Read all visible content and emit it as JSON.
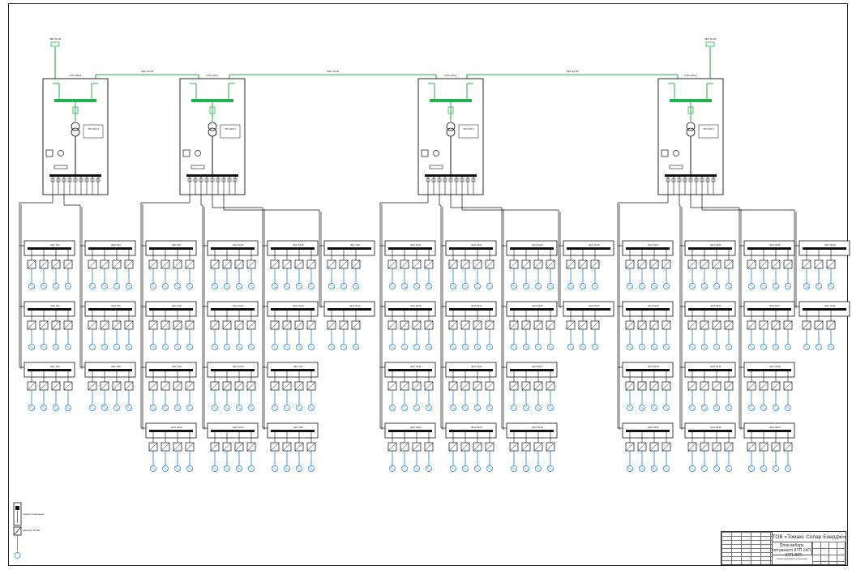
{
  "colors": {
    "line": "#111111",
    "green": "#22b14c",
    "blue": "#1f7fd6"
  },
  "icons": {
    "meter": "meter-icon",
    "transformer": "transformer-icon",
    "inverter": "inverter-icon",
    "solar": "solar-panel-icon"
  },
  "header": {
    "tap_left_label": "ЛЕП 10 кВ",
    "tap_right_label": "ЛЕП 10 кВ",
    "link_labels": [
      "ЛЕП 10 кВ",
      "ЛЕП 10 кВ",
      "ЛЕП 10 кВ"
    ]
  },
  "substations": [
    {
      "name": "КТП 10/0,4",
      "transformer_label": "ТМ 10/0,4",
      "inverters": [
        "ЩСІ №1",
        "ЩСІ №2",
        "ЩСІ №3",
        "ЩСІ №4",
        "ЩСІ №5",
        "ЩСІ №6"
      ]
    },
    {
      "name": "КТП 10/0,4",
      "transformer_label": "ТМ 10/0,4",
      "inverters": [
        "ЩСІ №7",
        "ЩСІ №8",
        "ЩСІ №9",
        "ЩСІ №10",
        "ЩСІ №11",
        "ЩСІ №12",
        "ЩСІ №13",
        "ЩСІ №14",
        "ЩСІ №15",
        "ЩСІ №16"
      ]
    },
    {
      "name": "КТП 10/0,4",
      "transformer_label": "ТМ 10/0,4",
      "inverters": [
        "ЩСІ №17",
        "ЩСІ №18",
        "ЩСІ №19",
        "ЩСІ №20",
        "ЩСІ №21",
        "ЩСІ №22",
        "ЩСІ №23",
        "ЩСІ №24",
        "ЩСІ №25",
        "ЩСІ №26"
      ]
    },
    {
      "name": "КТП 10/0,4",
      "transformer_label": "ТМ 10/0,4",
      "inverters": [
        "ЩСІ №27",
        "ЩСІ №28",
        "ЩСІ №29",
        "ЩСІ №30",
        "ЩСІ №31",
        "ЩСІ №32",
        "ЩСІ №33",
        "ЩСІ №34",
        "ЩСІ №35"
      ]
    }
  ],
  "legend": {
    "item1": "Умовні позначення",
    "item2": "Інвертор 25 кВт"
  },
  "title_block": {
    "company": "ТОВ «Томакс Солар Енерджі»",
    "title": "Поле вибору потужності КТП 1КП – КТП 4КП",
    "subtitle": "Схема однолінійна принципова"
  }
}
